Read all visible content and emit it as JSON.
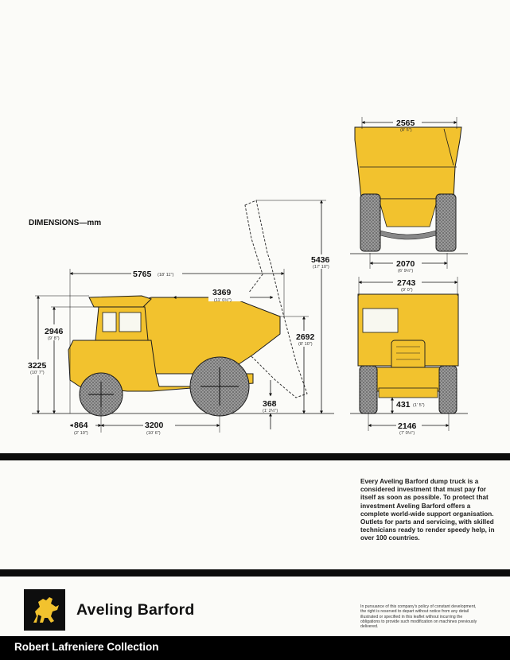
{
  "heading": "DIMENSIONS—mm",
  "colors": {
    "body": "#f2c22e",
    "outline": "#1c1c1c",
    "tyre": "#8a8a8a",
    "band": "#0c0c0c"
  },
  "side_view": {
    "overall_length": {
      "mm": "5765",
      "imperial": "(18' 11\")"
    },
    "tipped_overhang": {
      "mm": "3369",
      "imperial": "(11' 0½\")"
    },
    "tipped_height": {
      "mm": "5436",
      "imperial": "(17' 10\")"
    },
    "cab_height": {
      "mm": "2946",
      "imperial": "(9' 8\")"
    },
    "overall_height": {
      "mm": "3225",
      "imperial": "(10' 7\")"
    },
    "body_height": {
      "mm": "2692",
      "imperial": "(8' 10\")"
    },
    "tipped_clearance": {
      "mm": "368",
      "imperial": "(1' 2½\")"
    },
    "front_overhang": {
      "mm": "864",
      "imperial": "(2' 10\")"
    },
    "wheelbase": {
      "mm": "3200",
      "imperial": "(10' 6\")"
    }
  },
  "rear_view": {
    "body_width": {
      "mm": "2565",
      "imperial": "(8' 5\")"
    },
    "rear_track": {
      "mm": "2070",
      "imperial": "(6' 9½\")"
    }
  },
  "front_view": {
    "overall_width": {
      "mm": "2743",
      "imperial": "(9' 0\")"
    },
    "ground_clearance": {
      "mm": "431",
      "imperial": "(1' 5\")"
    },
    "front_track": {
      "mm": "2146",
      "imperial": "(7' 0½\")"
    }
  },
  "blurb": "Every Aveling Barford dump truck is a considered investment that must pay for itself as soon as possible. To protect that investment Aveling Barford offers a complete world-wide support organisation. Outlets for parts and servicing, with skilled technicians ready to render speedy help, in over 100 countries.",
  "brand": "Aveling Barford",
  "logo_icon": "prancing-horse-icon",
  "disclaimer": "In pursuance of this company's policy of constant development, the right is reserved to depart without notice from any detail illustrated or specified in this leaflet without incurring the obligations to provide such modification on machines previously delivered.",
  "footer": "Robert Lafreniere Collection"
}
